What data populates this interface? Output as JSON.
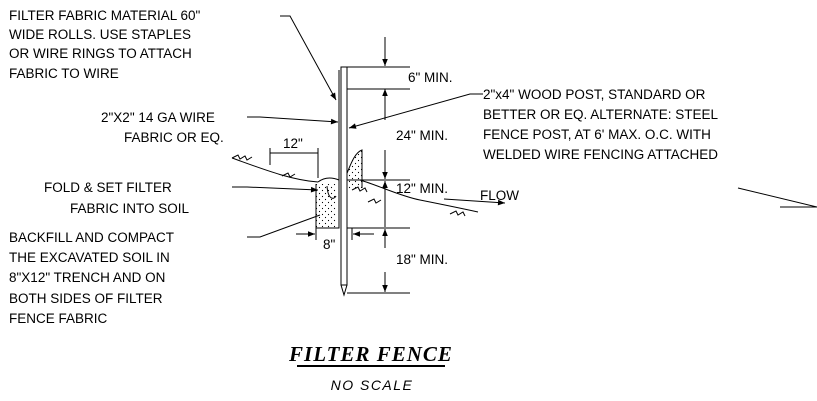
{
  "notes": {
    "fabric": [
      "FILTER FABRIC MATERIAL 60\"",
      "WIDE ROLLS.  USE STAPLES",
      "OR WIRE RINGS TO ATTACH",
      "FABRIC TO WIRE"
    ],
    "wire": [
      "2\"X2\" 14 GA WIRE",
      "FABRIC OR EQ."
    ],
    "fold": [
      "FOLD & SET FILTER",
      "FABRIC INTO SOIL"
    ],
    "backfill": [
      "BACKFILL AND COMPACT",
      "THE EXCAVATED SOIL IN",
      "8\"X12\" TRENCH AND ON",
      "BOTH SIDES OF FILTER",
      "FENCE FABRIC"
    ],
    "post": [
      "2\"x4\" WOOD POST, STANDARD OR",
      "BETTER OR EQ. ALTERNATE:  STEEL",
      "FENCE POST, AT 6' MAX. O.C. WITH",
      "WELDED WIRE FENCING  ATTACHED"
    ]
  },
  "dimensions": {
    "top": "6\" MIN.",
    "middle": "24\" MIN.",
    "above_ground": "12\" MIN.",
    "below": "18\" MIN.",
    "fold_width": "12\"",
    "trench_width": "8\""
  },
  "flow_label": "FLOW",
  "title": "FILTER FENCE",
  "subtitle": "NO SCALE"
}
